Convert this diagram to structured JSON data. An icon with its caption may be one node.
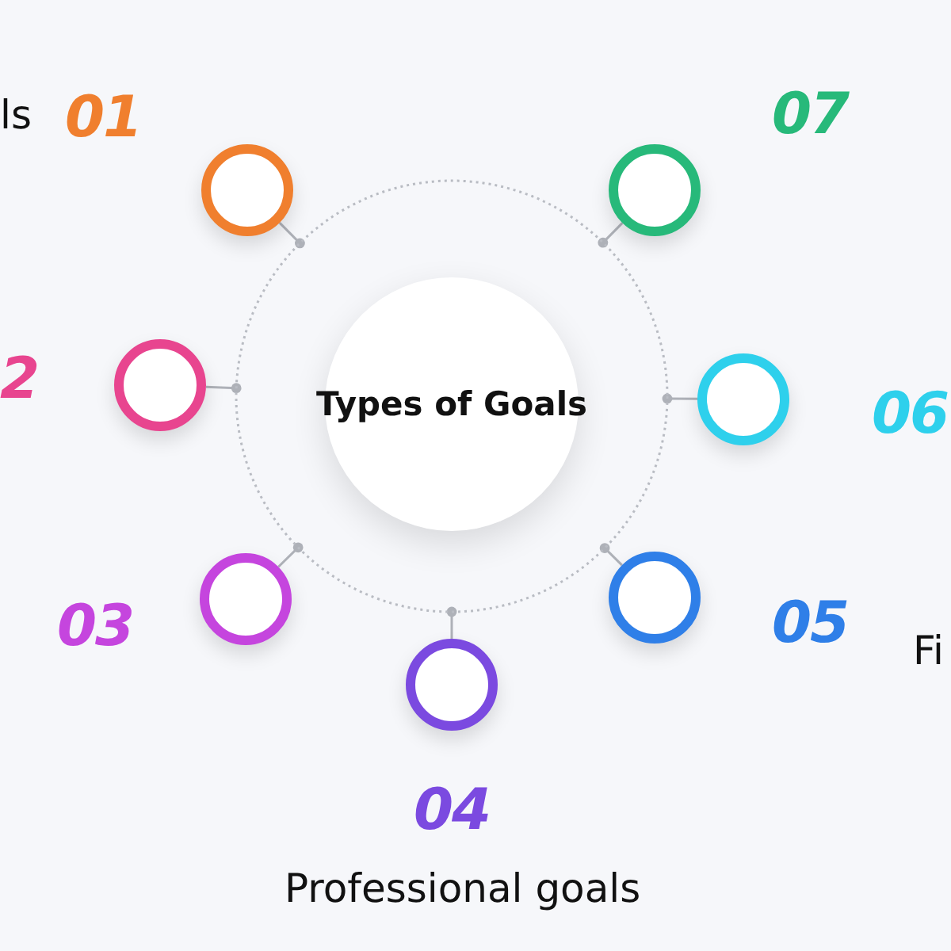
{
  "diagram": {
    "nodes": [
      {
        "text": [],
        "shape": "circle"
      },
      {
        "text": [
          "Types of Goals"
        ],
        "in": 0
      },
      {
        "text": [],
        "shape": "circle",
        "beside": [
          "01",
          "ls"
        ]
      },
      {
        "text": [],
        "shape": "circle",
        "beside": [
          "2"
        ]
      },
      {
        "text": [],
        "shape": "circle",
        "beside": [
          "03"
        ]
      },
      {
        "text": [],
        "shape": "circle",
        "beside": [
          "04",
          "Professional goals"
        ]
      },
      {
        "text": [],
        "shape": "circle",
        "beside": [
          "05",
          "Fi"
        ]
      },
      {
        "text": [],
        "shape": "circle",
        "beside": [
          "06"
        ]
      },
      {
        "text": [],
        "shape": "circle",
        "beside": [
          "07"
        ]
      }
    ],
    "edges": [
      {
        "from": 0,
        "to": 2,
        "arrow": "other"
      },
      {
        "from": 0,
        "to": 3,
        "arrow": "other"
      },
      {
        "from": 0,
        "to": 4,
        "arrow": "other"
      },
      {
        "from": 0,
        "to": 5,
        "arrow": "other"
      },
      {
        "from": 0,
        "to": 6,
        "arrow": "other"
      },
      {
        "from": 0,
        "to": 7,
        "arrow": "other"
      },
      {
        "from": 0,
        "to": 8,
        "arrow": "other"
      }
    ]
  }
}
